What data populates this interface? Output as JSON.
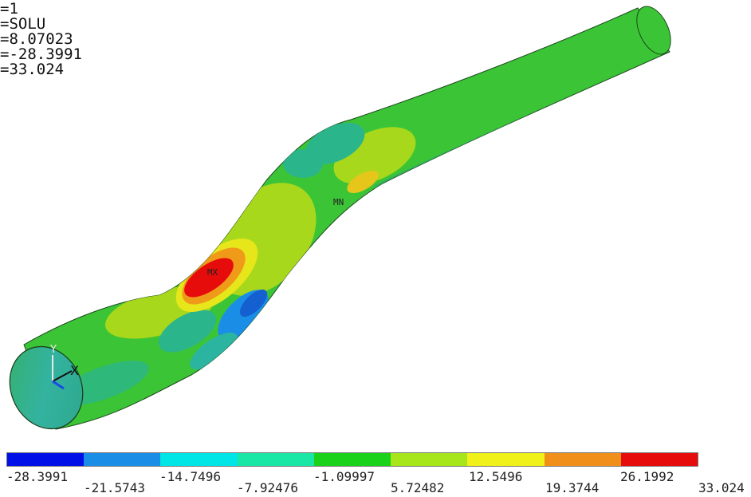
{
  "info_panel": {
    "lines": [
      "=1",
      "=SOLU",
      "=8.07023",
      "=-28.3991",
      "=33.024"
    ]
  },
  "markers": {
    "max": "MX",
    "min": "MN"
  },
  "axis_triad": {
    "y": "Y",
    "x": "X"
  },
  "legend": {
    "colors": [
      "#0010e6",
      "#1a8ee6",
      "#00e6e6",
      "#1ae6a6",
      "#1ad21a",
      "#a6e61a",
      "#f0f01a",
      "#f0901a",
      "#e60c0c"
    ],
    "labels": [
      "-28.3991",
      "-21.5743",
      "-14.7496",
      "-7.92476",
      "-1.09997",
      "5.72482",
      "12.5496",
      "19.3744",
      "26.1992",
      "33.024"
    ]
  }
}
